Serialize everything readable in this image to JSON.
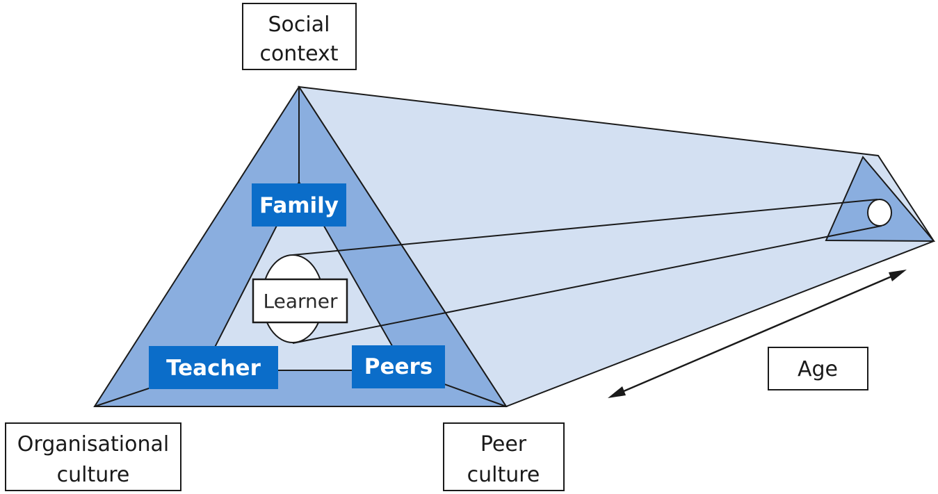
{
  "labels": {
    "social_context": [
      "Social",
      "context"
    ],
    "organisational_culture": [
      "Organisational",
      "culture"
    ],
    "peer_culture": [
      "Peer",
      "culture"
    ],
    "age": "Age",
    "family": "Family",
    "teacher": "Teacher",
    "peers": "Peers",
    "learner": "Learner"
  },
  "colors": {
    "outer_triangle": "#8aaedf",
    "inner_triangle": "#d3e0f2",
    "prism_side": "#d3e0f2",
    "far_triangle": "#8aaedf",
    "blue_label_fill": "#0b6dc9",
    "outline": "#1a1a1a"
  }
}
